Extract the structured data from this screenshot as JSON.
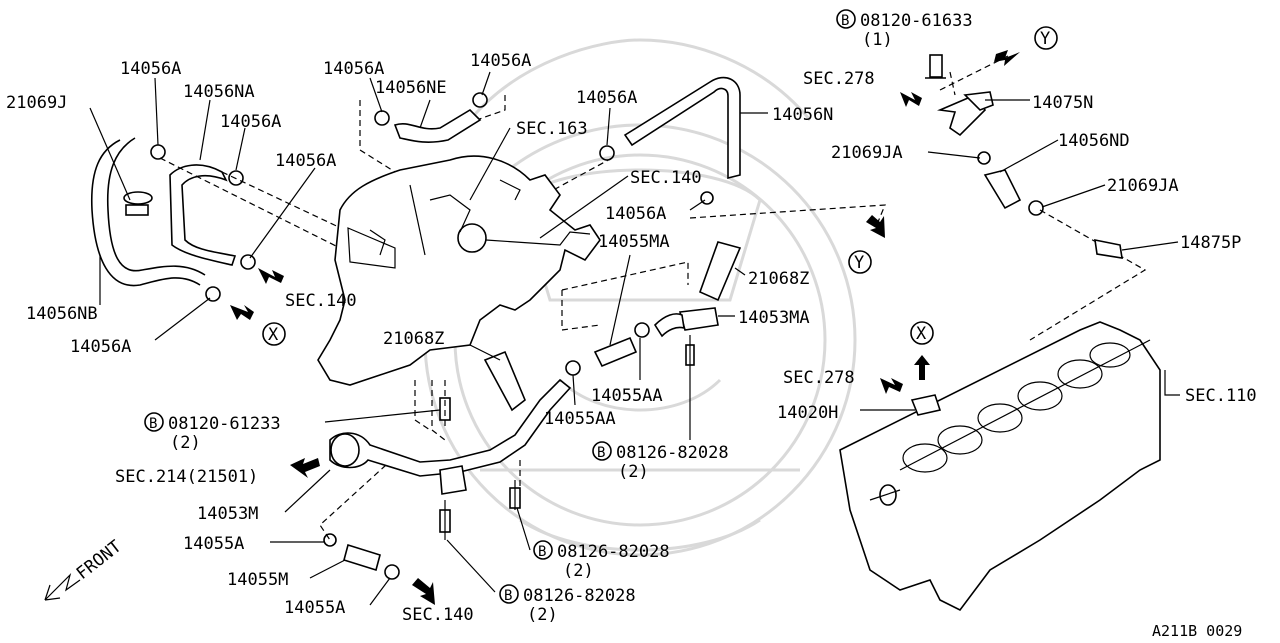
{
  "diagram": {
    "labels": {
      "l_21069J": "21069J",
      "l_14056A_1": "14056A",
      "l_14056NA": "14056NA",
      "l_14056A_2": "14056A",
      "l_14056A_3": "14056A",
      "l_14056NB": "14056NB",
      "l_14056A_4": "14056A",
      "l_sec140_1": "SEC.140",
      "l_14056A_5": "14056A",
      "l_14056NE": "14056NE",
      "l_14056A_6": "14056A",
      "l_sec163": "SEC.163",
      "l_14056A_7": "14056A",
      "l_14056N": "14056N",
      "l_sec140_2": "SEC.140",
      "l_14056A_8": "14056A",
      "l_14055MA": "14055MA",
      "l_21068Z_1": "21068Z",
      "l_14053MA": "14053MA",
      "l_21068Z_2": "21068Z",
      "l_14055AA_1": "14055AA",
      "l_14055AA_2": "14055AA",
      "l_bolt_61233": "08120-61233",
      "l_qty_61233": "(2)",
      "l_bolt_82028_1": "08126-82028",
      "l_qty_82028_1": "(2)",
      "l_sec214": "SEC.214(21501)",
      "l_14053M": "14053M",
      "l_14055A_1": "14055A",
      "l_14055M": "14055M",
      "l_14055A_2": "14055A",
      "l_sec140_3": "SEC.140",
      "l_bolt_82028_2": "08126-82028",
      "l_qty_82028_2": "(2)",
      "l_bolt_82028_3": "08126-82028",
      "l_qty_82028_3": "(2)",
      "l_bolt_61633": "08120-61633",
      "l_qty_61633": "(1)",
      "l_sec278_1": "SEC.278",
      "l_14075N": "14075N",
      "l_21069JA_1": "21069JA",
      "l_14056ND": "14056ND",
      "l_21069JA_2": "21069JA",
      "l_14875P": "14875P",
      "l_sec278_2": "SEC.278",
      "l_14020H": "14020H",
      "l_sec110": "SEC.110",
      "front": "FRONT",
      "ref_X_1": "X",
      "ref_X_2": "X",
      "ref_Y_1": "Y",
      "ref_Y_2": "Y",
      "b_mark": "B",
      "diagram_code": "A211B 0029"
    }
  }
}
